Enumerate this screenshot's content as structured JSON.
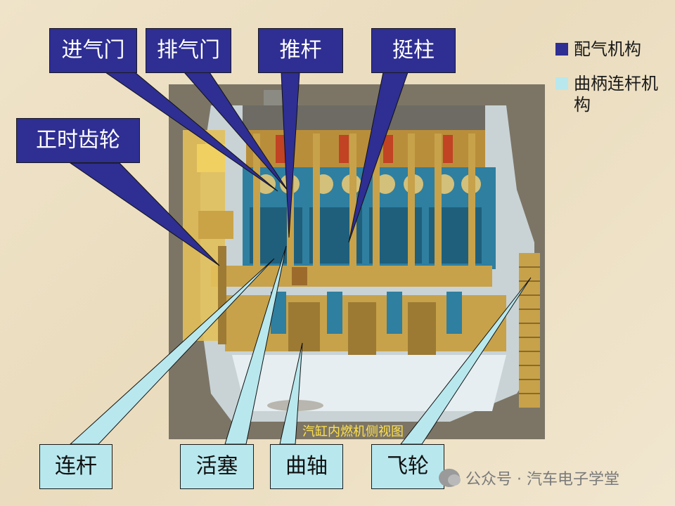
{
  "labels_top": [
    "进气门",
    "排气门",
    "推杆",
    "挺柱"
  ],
  "label_left": "正时齿轮",
  "labels_bottom": [
    "连杆",
    "活塞",
    "曲轴",
    "飞轮"
  ],
  "image_caption": "汽缸内燃机侧视图",
  "legend": [
    {
      "text": "配气机构",
      "color": "#2e2e93"
    },
    {
      "text": "曲柄连杆机构",
      "color": "#b8e8ee"
    }
  ],
  "watermark": "公众号 · 汽车电子学堂",
  "colors": {
    "label_dark": "#2e2e93",
    "label_light": "#b8e8ee",
    "engine_gold": "#c7a24a",
    "engine_blue": "#2f7fa0",
    "image_bg": "#7c7566"
  },
  "icons": [
    "wechat-icon"
  ]
}
